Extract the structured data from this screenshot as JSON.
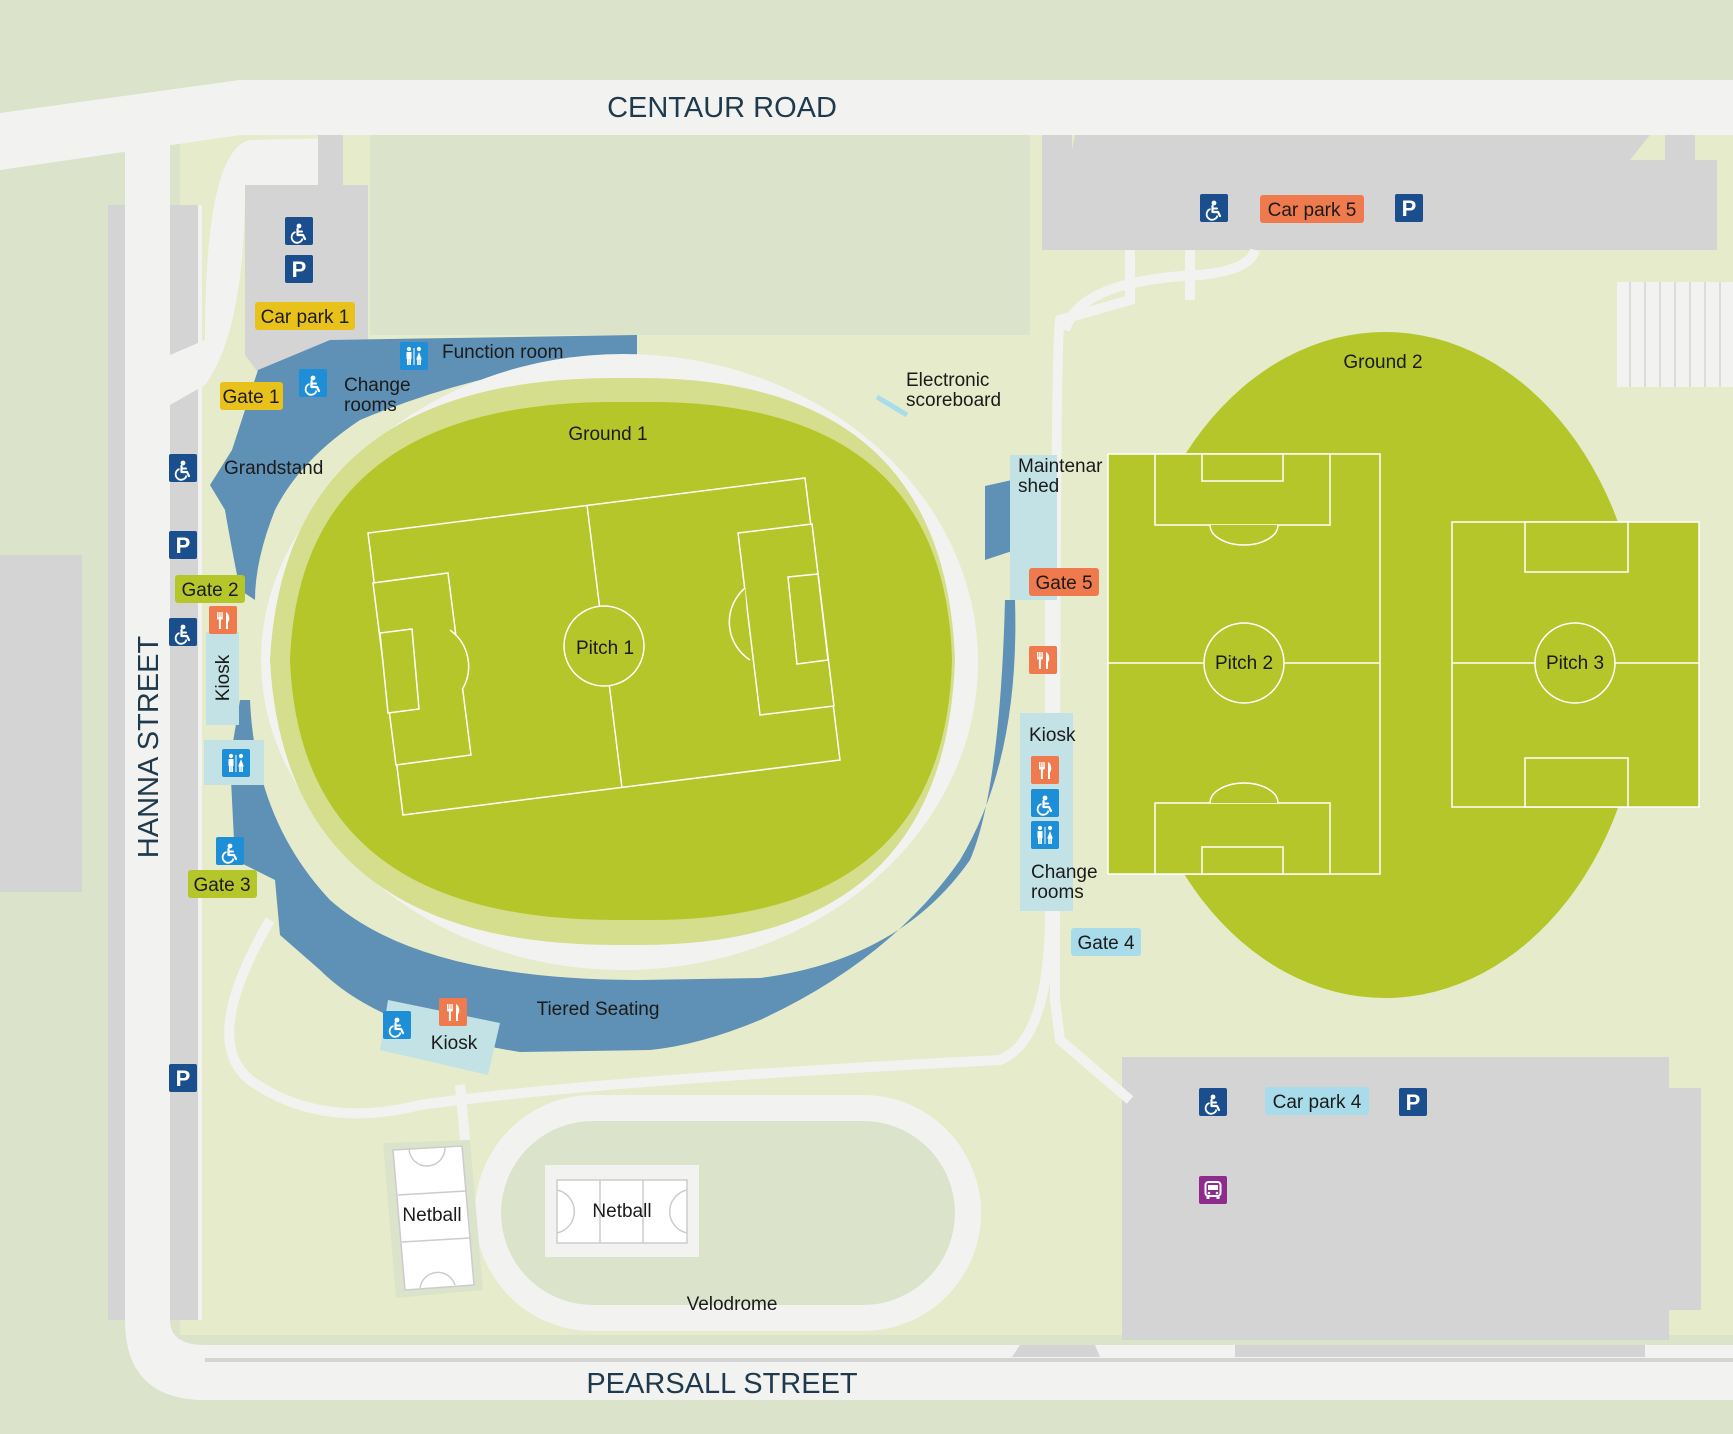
{
  "streets": {
    "north": "CENTAUR ROAD",
    "south": "PEARSALL STREET",
    "west": "HANNA STREET"
  },
  "grounds": {
    "ground1": "Ground 1",
    "ground2": "Ground 2",
    "pitch1": "Pitch 1",
    "pitch2": "Pitch 2",
    "pitch3": "Pitch 3"
  },
  "facilities": {
    "function_room": "Function room",
    "change_rooms_west_line1": "Change",
    "change_rooms_west_line2": "rooms",
    "grandstand": "Grandstand",
    "kiosk_west": "Kiosk",
    "electronic_scoreboard_line1": "Electronic",
    "electronic_scoreboard_line2": "scoreboard",
    "maintenance_shed_line1": "Maintenar",
    "maintenance_shed_line2": "shed",
    "kiosk_east": "Kiosk",
    "change_rooms_east_line1": "Change",
    "change_rooms_east_line2": "rooms",
    "tiered_seating": "Tiered Seating",
    "kiosk_south": "Kiosk",
    "netball_1": "Netball",
    "netball_2": "Netball",
    "velodrome": "Velodrome"
  },
  "gates": {
    "gate1": "Gate 1",
    "gate2": "Gate 2",
    "gate3": "Gate 3",
    "gate4": "Gate 4",
    "gate5": "Gate 5"
  },
  "car_parks": {
    "cp1": "Car park 1",
    "cp4": "Car park 4",
    "cp5": "Car park 5"
  },
  "icons": {
    "parking": "P",
    "accessible": "accessible-icon",
    "toilets": "toilets-icon",
    "food": "food-icon",
    "bus": "bus-icon"
  },
  "colors": {
    "background": "#dbe3cb",
    "grass_light": "#e6eccb",
    "field": "#b4c62a",
    "field_ring": "#d4de8c",
    "stand": "#5f90b5",
    "road": "#f2f3f1",
    "carpark": "#d4d4d4",
    "path_light": "#c3e2e6",
    "gate_yellow": "#e8c21b",
    "gate_green": "#b4c62a",
    "gate_orange": "#ef7a4e",
    "gate_blue": "#a9dcea",
    "icon_navy": "#1b4e8c",
    "icon_blue": "#1e8fd6",
    "icon_orange": "#ef7a4e",
    "icon_purple": "#8d2c8d"
  }
}
